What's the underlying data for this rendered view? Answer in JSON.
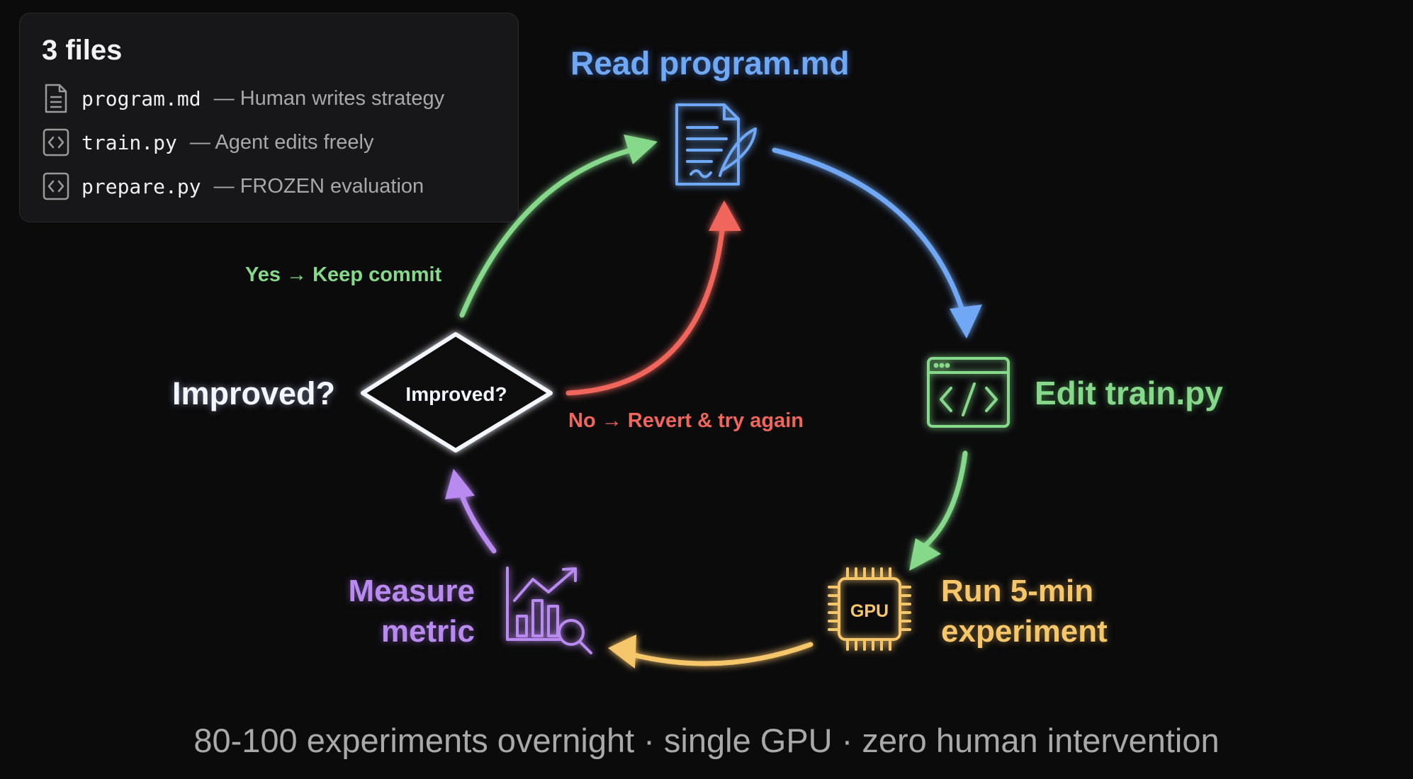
{
  "panel": {
    "title": "3 files",
    "files": [
      {
        "name": "program.md",
        "desc": " — Human writes strategy",
        "icon": "document-icon"
      },
      {
        "name": "train.py",
        "desc": " — Agent edits freely",
        "icon": "code-file-icon"
      },
      {
        "name": "prepare.py",
        "desc": " — FROZEN evaluation",
        "icon": "code-file-icon"
      }
    ]
  },
  "steps": {
    "read": "Read program.md",
    "edit": "Edit train.py",
    "run_line1": "Run 5-min",
    "run_line2": "experiment",
    "measure_line1": "Measure",
    "measure_line2": "metric",
    "decision": "Improved?",
    "decision_inner": "Improved?",
    "gpu_chip": "GPU"
  },
  "branches": {
    "yes": "Yes → Keep commit",
    "no": "No → Revert & try again"
  },
  "footer": "80-100 experiments overnight · single GPU · zero human intervention",
  "colors": {
    "background": "#0b0b0c",
    "blue": "#6fa8f5",
    "green": "#86d98a",
    "yellow": "#f6c66a",
    "purple": "#b98af0",
    "red": "#f0665c",
    "white": "#f4f6ff"
  }
}
